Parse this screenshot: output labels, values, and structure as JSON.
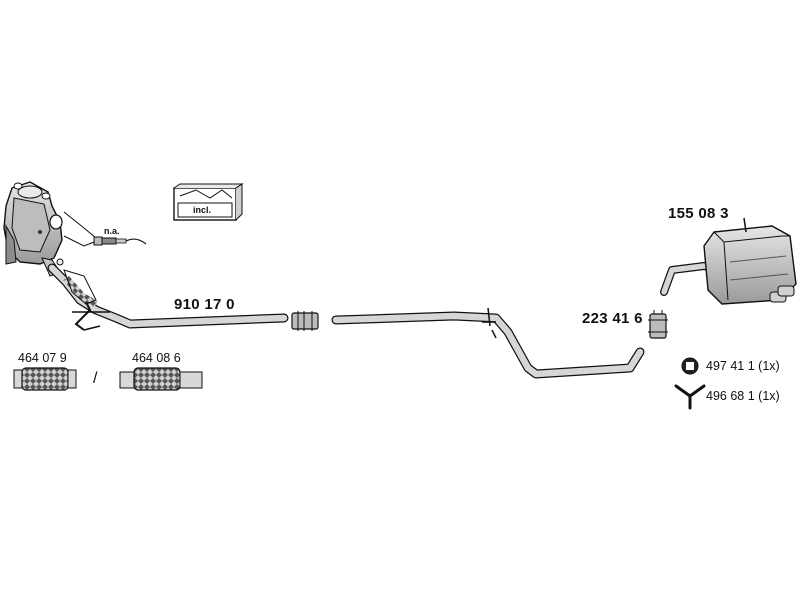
{
  "parts": {
    "catalytic_converter_note": "n.a.",
    "hardware_kit_label": "incl.",
    "front_pipe": "910 17 0",
    "flex_hose_a": "464 07 9",
    "flex_hose_b": "464 08 6",
    "flex_separator": "/",
    "rear_silencer": "155 08 3",
    "clamp": "223 41 6",
    "rubber_mount": "497 41 1",
    "rubber_mount_qty": "(1x)",
    "hanger": "496 68 1",
    "hanger_qty": "(1x)"
  }
}
